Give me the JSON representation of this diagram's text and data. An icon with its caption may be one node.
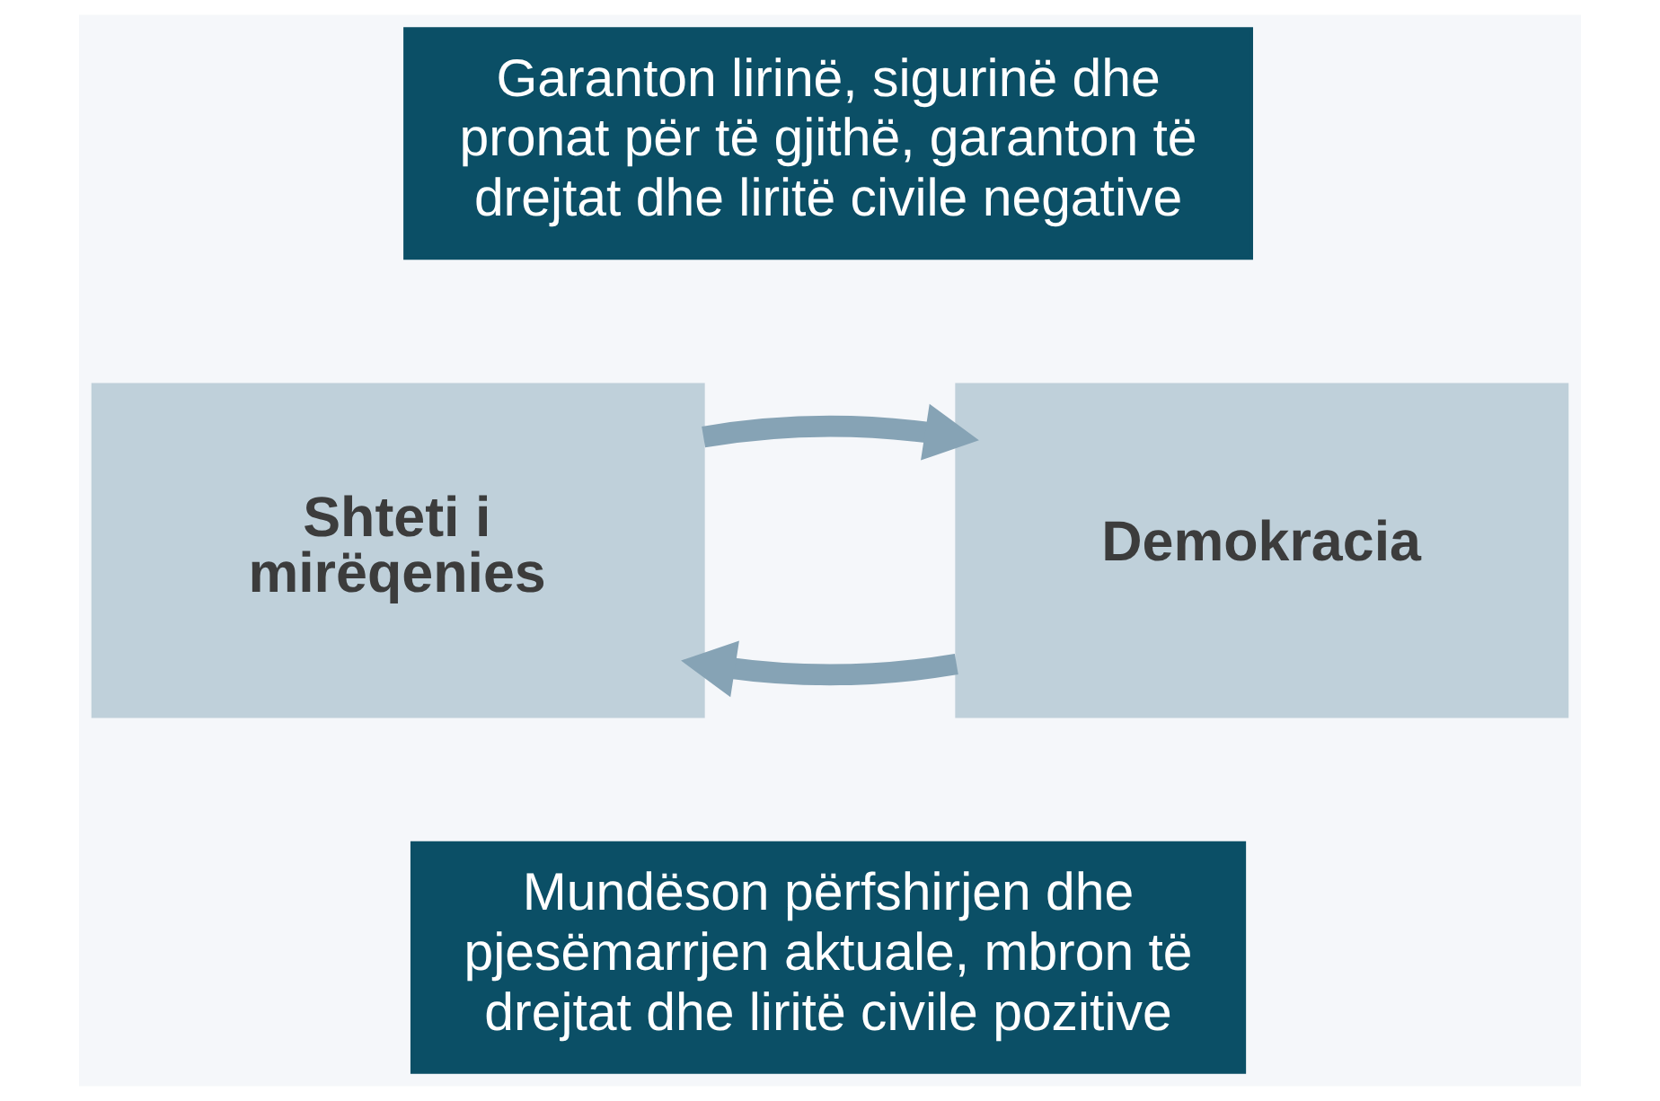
{
  "diagram": {
    "nodes": [
      {
        "text": [
          "Garanton lirinë, sigurinë dhe pronat për të gjithë, garanton të drejtat dhe liritë civile negative"
        ]
      },
      {
        "text": [
          "Shteti i mirëqenies"
        ]
      },
      {
        "text": [
          "Demokracia"
        ]
      },
      {
        "text": [
          "Mundëson përfshirjen dhe pjesëmarrjen aktuale, mbron të drejtat dhe liritë civile pozitive"
        ]
      }
    ],
    "edges": [
      {
        "from": 2,
        "to": 1,
        "arrow": "to"
      },
      {
        "from": 1,
        "to": 2,
        "arrow": "to"
      }
    ]
  }
}
